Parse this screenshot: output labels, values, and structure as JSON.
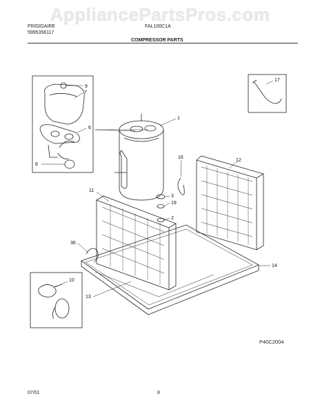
{
  "watermark": "AppliancePartsPros.com",
  "header": {
    "left_line1": "FRIGIDAIRE",
    "left_line2": "5995356117",
    "center_model": "FAL100C1A",
    "section_title": "COMPRESSOR PARTS"
  },
  "callouts": {
    "n1": "1",
    "n2": "2",
    "n3": "3",
    "n6": "6",
    "n7": "7",
    "n8": "8",
    "n9": "9",
    "n10": "10",
    "n11": "11",
    "n12": "12",
    "n13": "13",
    "n14": "14",
    "n16": "16",
    "n17": "17",
    "n19": "19",
    "n36": "36"
  },
  "figure_code": "P40C2004",
  "footer": {
    "date": "07/01",
    "page": "8"
  }
}
